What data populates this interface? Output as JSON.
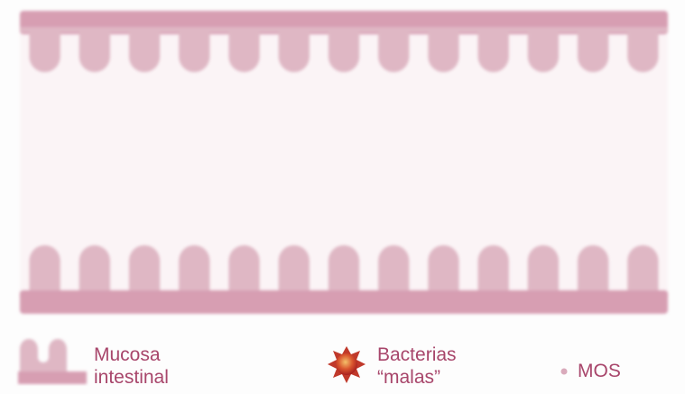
{
  "legend": {
    "mucosa": {
      "line1": "Mucosa",
      "line2": "intestinal",
      "icon": "mucosa-icon"
    },
    "bacteria": {
      "line1": "Bacterias",
      "line2": "“malas”",
      "icon": "bacteria-icon"
    },
    "mos": {
      "label": "MOS",
      "icon": "mos-dot-icon"
    }
  },
  "colors": {
    "mucosa_fill": "#dfb7c4",
    "mucosa_band": "#d79eb2",
    "lumen": "#fbf4f6",
    "text": "#a8466b",
    "bacteria": "#c0392b",
    "mos_dot": "#d9aabb"
  }
}
